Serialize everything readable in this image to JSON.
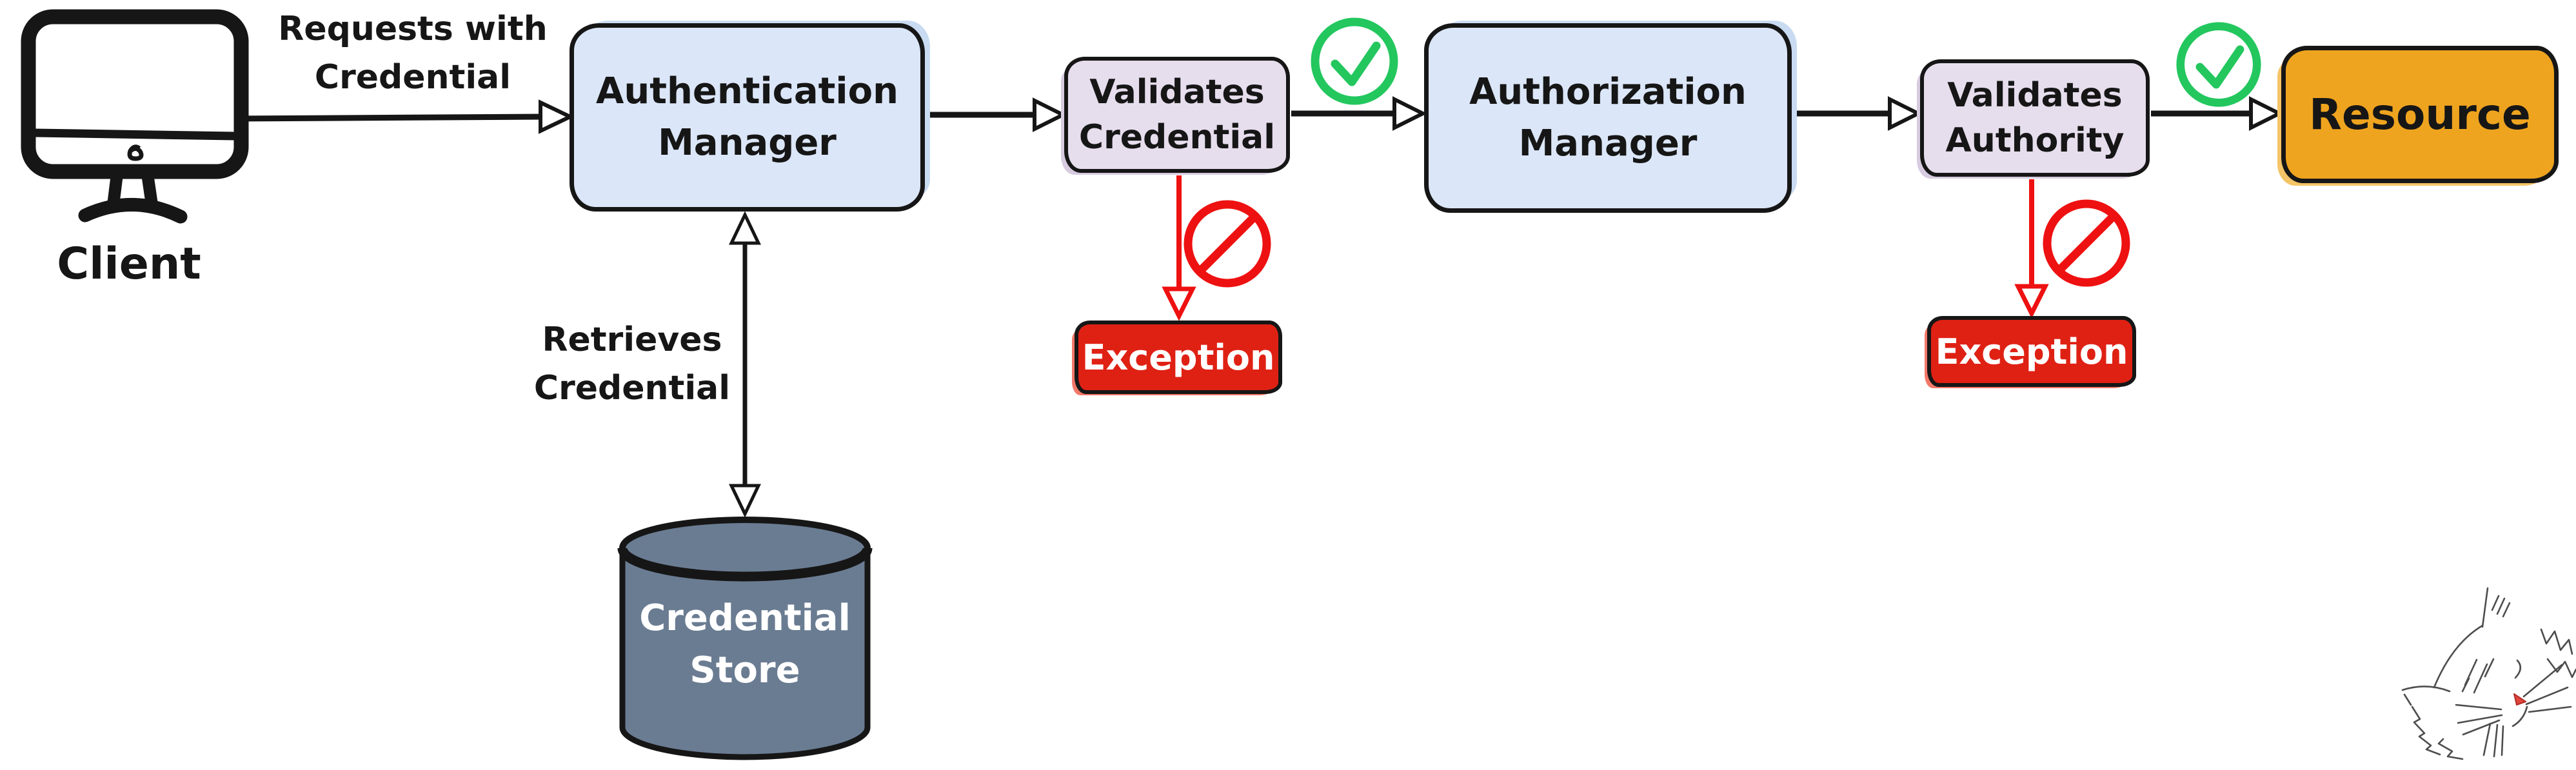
{
  "colors": {
    "ink": "#161616",
    "box_blue": "#dbe6f8",
    "box_purple": "#e6dded",
    "box_orange": "#efa41f",
    "box_red": "#df2114",
    "flow_red": "#ee1111",
    "check_green": "#23c75e",
    "cylinder": "#6a7c92",
    "sketch_gray": "#4d4d4d",
    "text_light": "#ffffff"
  },
  "nodes": {
    "client": {
      "label": "Client"
    },
    "authentication_manager": {
      "line1": "Authentication",
      "line2": "Manager"
    },
    "validates_credential": {
      "line1": "Validates",
      "line2": "Credential"
    },
    "authorization_manager": {
      "line1": "Authorization",
      "line2": "Manager"
    },
    "validates_authority": {
      "line1": "Validates",
      "line2": "Authority"
    },
    "resource": {
      "label": "Resource"
    },
    "credential_store": {
      "line1": "Credential",
      "line2": "Store"
    },
    "exception_after_credential": {
      "label": "Exception"
    },
    "exception_after_authority": {
      "label": "Exception"
    }
  },
  "edge_labels": {
    "requests": {
      "line1": "Requests",
      "line2": "with Credential"
    },
    "retrieves": {
      "line1": "Retrieves",
      "line2": "Credential"
    }
  },
  "icons": {
    "client_device": "computer-monitor",
    "check_after_authentication": "check-circle",
    "check_after_authorization": "check-circle",
    "deny_credential": "prohibition-sign",
    "deny_authority": "prohibition-sign",
    "store_shape": "database-cylinder",
    "corner_sketch": "cat-doodle"
  }
}
